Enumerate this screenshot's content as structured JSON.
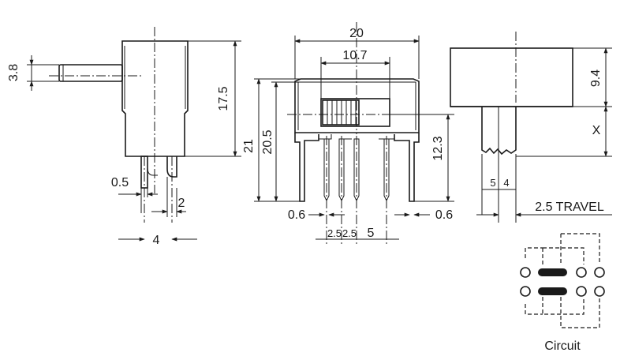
{
  "side_view": {
    "dim_actuator_dia": "3.8",
    "dim_body_height": "17.5",
    "dim_pin_width": "0.5",
    "dim_pin_gap": "2",
    "dim_pin_pitch": "4"
  },
  "front_view": {
    "dim_width": "20",
    "dim_slot": "10.7",
    "dim_total_height": "21",
    "dim_body_height": "20.5",
    "dim_pin_length": "12.3",
    "dim_pin_left": "0.6",
    "dim_pin_right": "0.6",
    "dim_pitch_a": "2.5",
    "dim_pitch_b": "2.5",
    "dim_pitch_c": "5"
  },
  "travel_view": {
    "dim_top_height": "9.4",
    "dim_x": "X",
    "dim_left": "5",
    "dim_right": "4",
    "travel_label": "2.5 TRAVEL"
  },
  "circuit": {
    "label": "Circuit"
  },
  "colors": {
    "line": "#1a1a1a",
    "background": "#ffffff"
  }
}
